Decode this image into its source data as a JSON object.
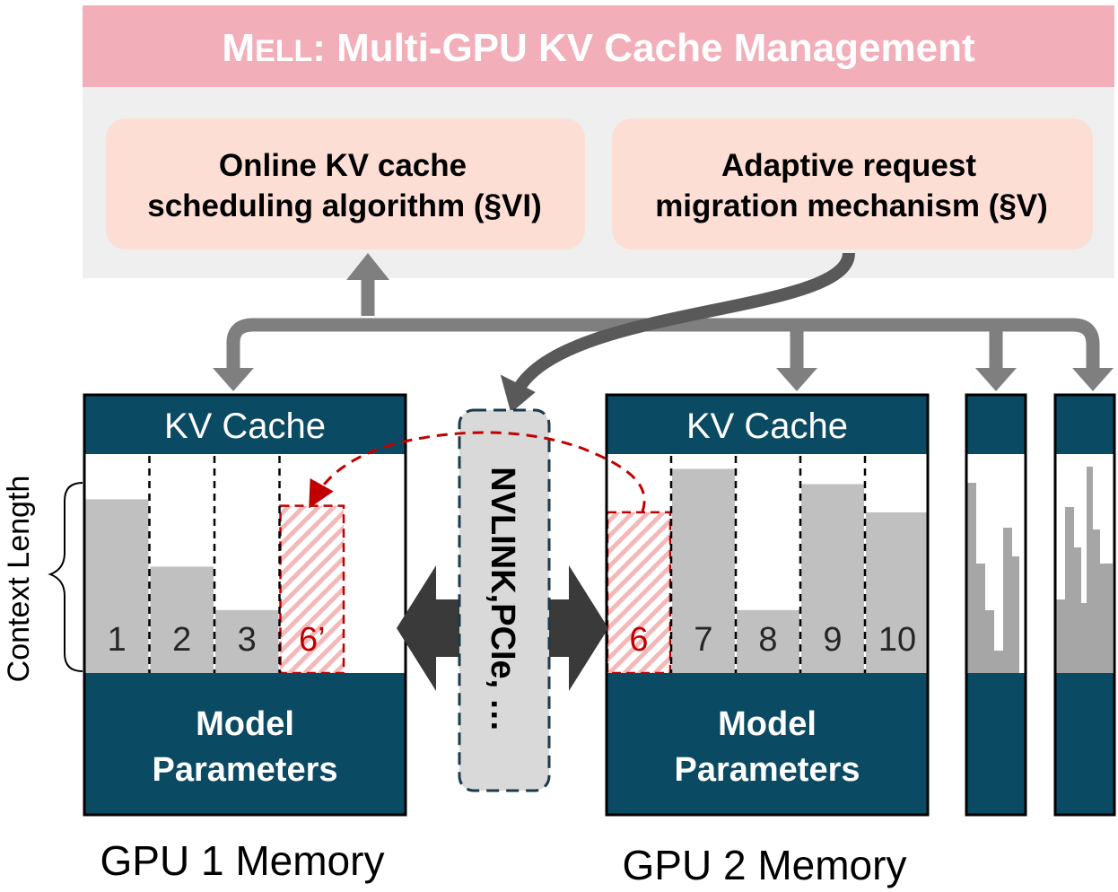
{
  "header": {
    "title_prefix": "M",
    "title_smallcaps": "ELL",
    "title_rest": ": Multi-GPU KV Cache Management"
  },
  "components": {
    "scheduler": {
      "line1": "Online KV cache",
      "line2": "scheduling algorithm (§VI)"
    },
    "migration": {
      "line1": "Adaptive request",
      "line2": "migration mechanism (§V)"
    }
  },
  "interconnect": {
    "label": "NVLINK,PCIe, …"
  },
  "side_label": "Context Length",
  "gpus": [
    {
      "kv_label": "KV Cache",
      "params_line1": "Model",
      "params_line2": "Parameters",
      "caption": "GPU 1 Memory",
      "requests": [
        {
          "id": "1",
          "level": 0.8
        },
        {
          "id": "2",
          "level": 0.49
        },
        {
          "id": "3",
          "level": 0.29
        },
        {
          "id": "6’",
          "level": 0.77,
          "migrated": true
        }
      ]
    },
    {
      "kv_label": "KV Cache",
      "params_line1": "Model",
      "params_line2": "Parameters",
      "caption": "GPU 2 Memory",
      "requests": [
        {
          "id": "6",
          "level": 0.74,
          "migrated": true
        },
        {
          "id": "7",
          "level": 0.94
        },
        {
          "id": "8",
          "level": 0.29
        },
        {
          "id": "9",
          "level": 0.87
        },
        {
          "id": "10",
          "level": 0.74
        }
      ]
    }
  ],
  "colors": {
    "header_bg": "#f2afb9",
    "panel_bg": "#efefef",
    "component_bg": "#fcded4",
    "gpu_dark": "#0b4a63",
    "bar_gray": "#c0c0c0",
    "arrow_gray": "#7f7f7f",
    "migrate_red": "#c00000"
  }
}
